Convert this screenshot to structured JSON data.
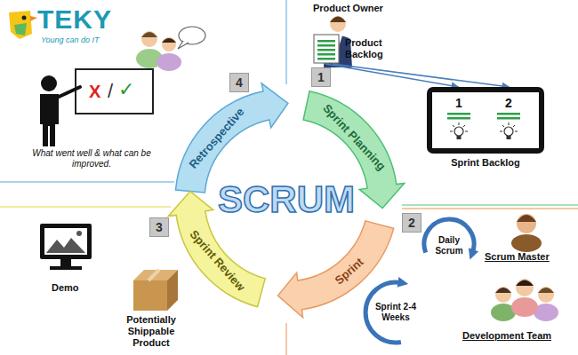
{
  "diagram": {
    "nodes": [
      {
        "text": [
          "4"
        ]
      },
      {
        "text": [
          "Retrospective"
        ]
      },
      {
        "text": [
          "1"
        ]
      },
      {
        "text": [
          "Sprint Planning"
        ]
      },
      {
        "text": [
          "Product Backlog"
        ]
      },
      {
        "text": [
          "1",
          "2",
          "Sprint Backlog"
        ]
      },
      {
        "text": [
          "3"
        ]
      },
      {
        "text": [
          "Sprint Review"
        ]
      },
      {
        "text": [
          "2"
        ]
      },
      {
        "text": [
          "Sprint"
        ]
      }
    ],
    "edges": [
      {
        "from": 4,
        "to": 5,
        "arrow": "to"
      },
      {
        "from": 4,
        "to": 5,
        "arrow": "to"
      }
    ],
    "labels": [
      "TEKY",
      "Young can do IT",
      "Product Owner",
      "What went well & what can be improved.",
      "X",
      "/",
      "✓",
      "SCRUM",
      "Daily Scrum",
      "Scrum Master",
      "Sprint 2-4 Weeks",
      "Development Team",
      "Demo",
      "Potentially Shippable Product"
    ]
  }
}
